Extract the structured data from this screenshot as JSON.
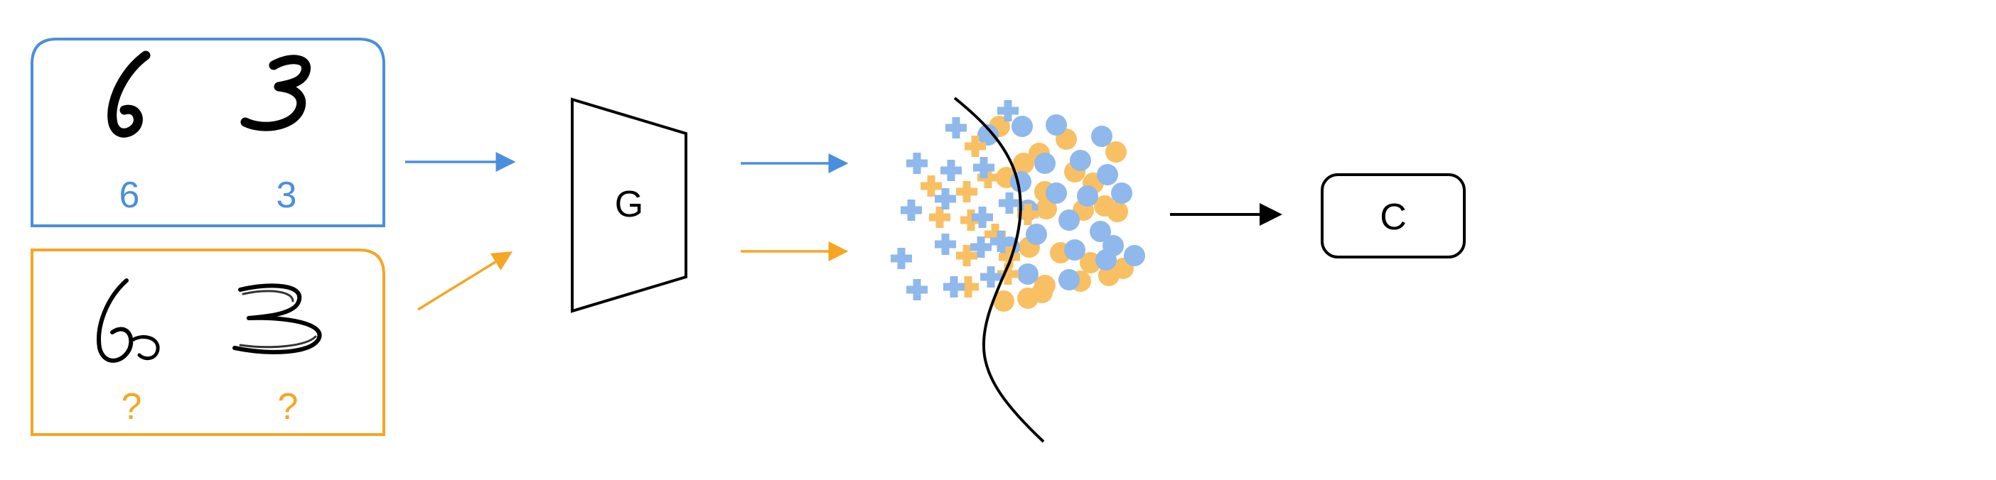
{
  "colors": {
    "source": "#4a8fdd",
    "target": "#f5a623",
    "source_fill": "#8fb8ec",
    "target_fill": "#f8c063",
    "ink": "#000000"
  },
  "source_panel": {
    "digits": [
      "6",
      "3"
    ],
    "labels": [
      "6",
      "3"
    ]
  },
  "target_panel": {
    "digits": [
      "6",
      "3"
    ],
    "labels": [
      "?",
      "?"
    ]
  },
  "generator": {
    "label": "G"
  },
  "classifier": {
    "label": "C"
  },
  "feature_space": {
    "plus_marker": "plus-icon",
    "circle_marker": "circle-icon"
  }
}
